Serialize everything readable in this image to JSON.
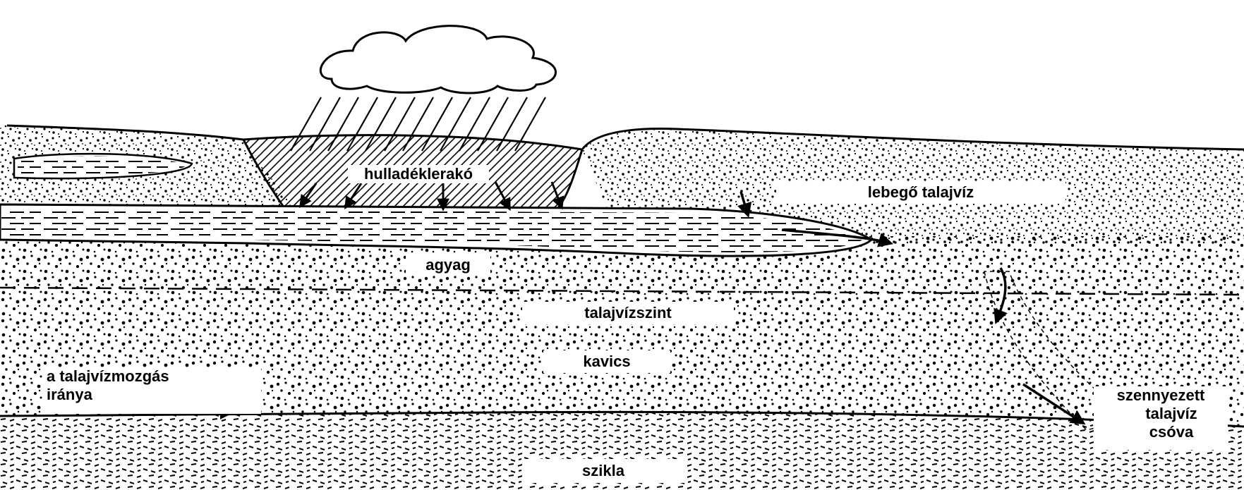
{
  "labels": {
    "landfill": "hulladéklerakó",
    "perched_water": "lebegő talajvíz",
    "clay": "agyag",
    "water_table": "talajvízszint",
    "gravel": "kavics",
    "flow_direction_line1": "a talajvízmozgás",
    "flow_direction_line2": "iránya",
    "plume_line1": "szennyezett",
    "plume_line2": "talajvíz",
    "plume_line3": "csóva",
    "bedrock": "szikla"
  },
  "colors": {
    "ink": "#000000",
    "paper": "#ffffff"
  }
}
